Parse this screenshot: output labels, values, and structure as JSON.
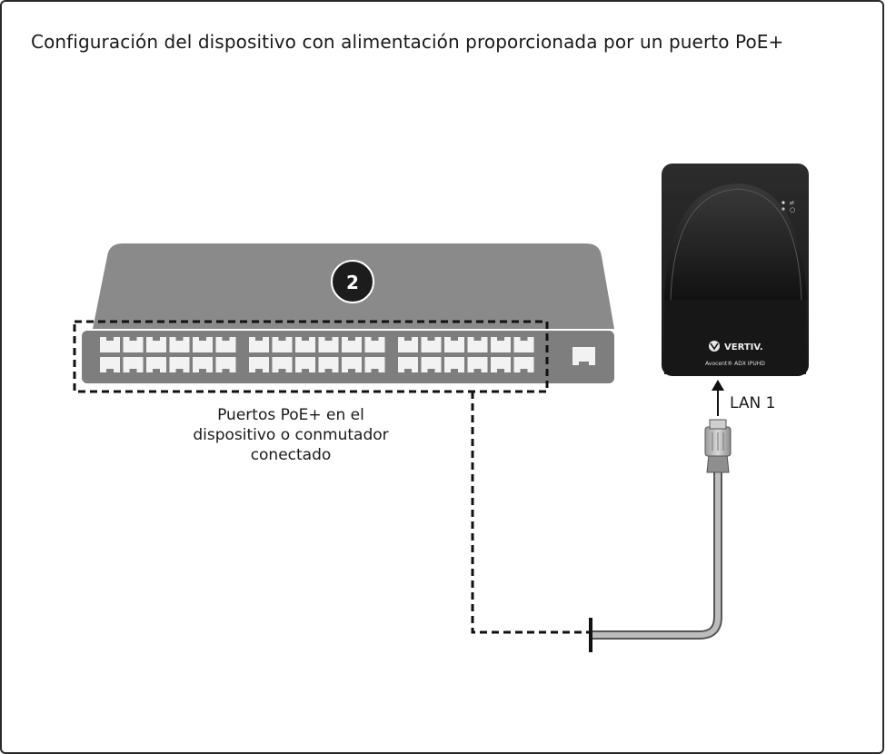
{
  "title": "Configuración del dispositivo con alimentación proporcionada por un puerto PoE+",
  "callout_number": "2",
  "ports_caption": [
    "Puertos PoE+ en el",
    "dispositivo o conmutador",
    "conectado"
  ],
  "lan_label": "LAN 1",
  "device": {
    "brand": "VERTIV.",
    "model": "Avocent® ADX IPUHD"
  },
  "colors": {
    "switch_top": "#8a8a8a",
    "switch_front": "#7e7e7e",
    "port_fill": "#f2f2f2",
    "device_body": "#1e1e1e",
    "cable": "#b5b5b5",
    "line": "#111111"
  }
}
